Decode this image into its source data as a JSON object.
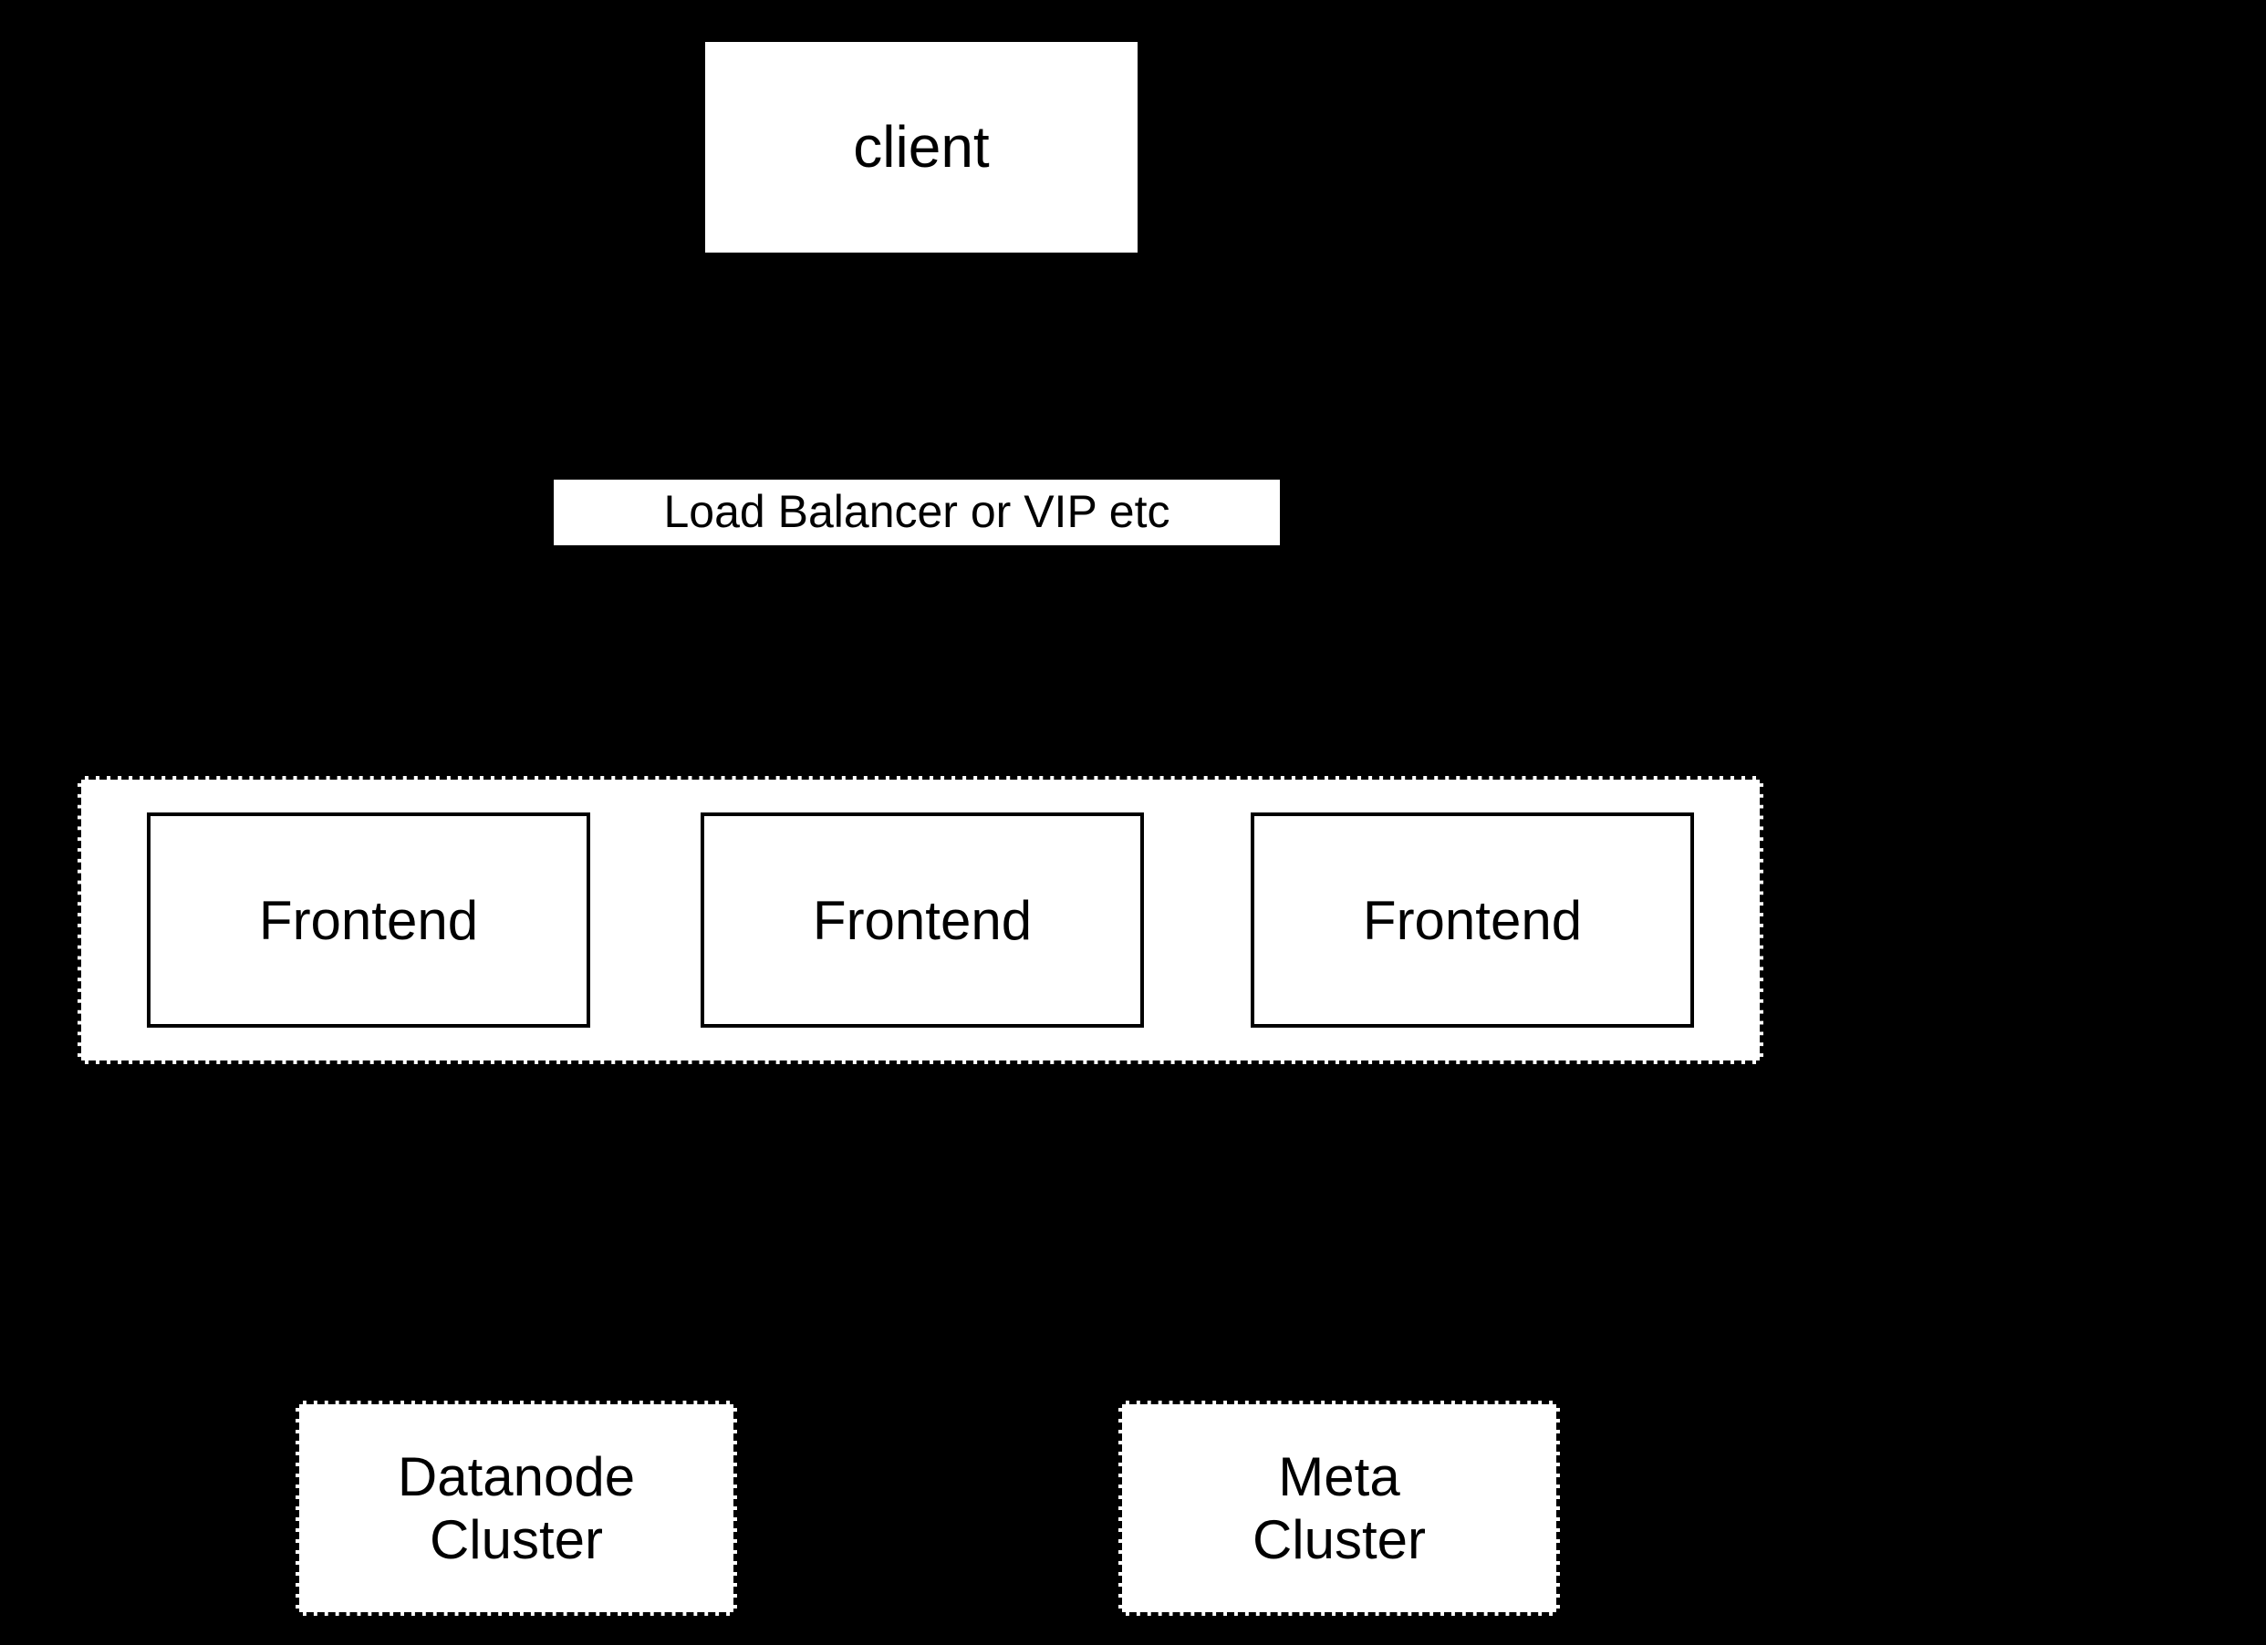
{
  "colors": {
    "background": "#000000",
    "node_fill": "#ffffff",
    "node_border": "#000000",
    "node_text": "#000000"
  },
  "nodes": {
    "client": {
      "label": "client"
    },
    "load_balancer": {
      "label": "Load Balancer or VIP etc"
    },
    "frontend_cluster": {
      "frontends": [
        {
          "label": "Frontend"
        },
        {
          "label": "Frontend"
        },
        {
          "label": "Frontend"
        }
      ]
    },
    "datanode_cluster": {
      "label": "Datanode\nCluster"
    },
    "meta_cluster": {
      "label": "Meta\nCluster"
    }
  }
}
